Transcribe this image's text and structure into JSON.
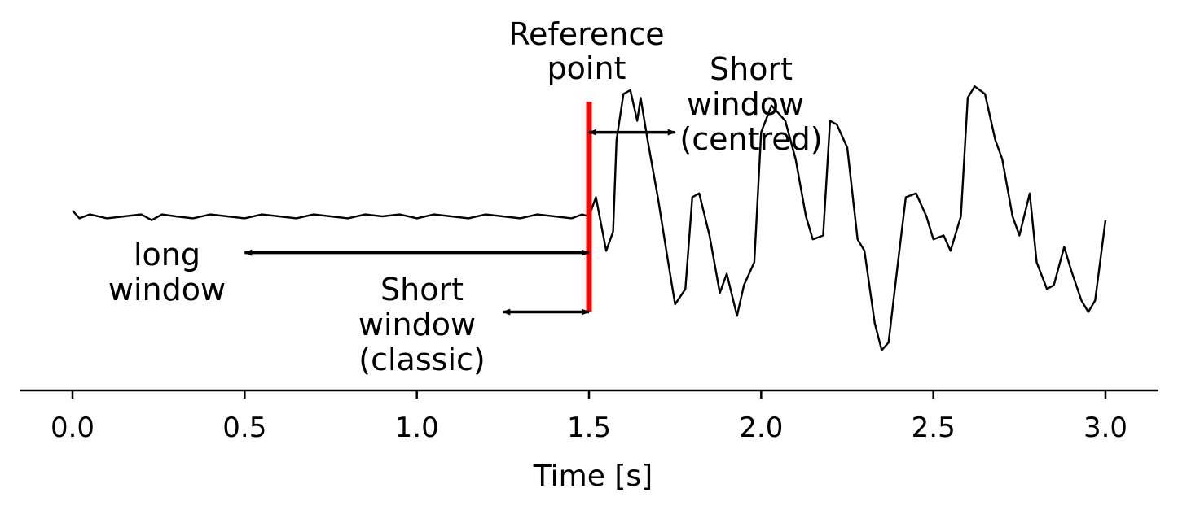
{
  "chart_data": {
    "type": "line",
    "title": "",
    "xlabel": "Time [s]",
    "ylabel": "",
    "xlim": [
      -0.15,
      3.15
    ],
    "ylim": [
      -4.0,
      3.7
    ],
    "grid": false,
    "x_ticks": [
      0.0,
      0.5,
      1.0,
      1.5,
      2.0,
      2.5,
      3.0
    ],
    "x_tick_labels": [
      "0.0",
      "0.5",
      "1.0",
      "1.5",
      "2.0",
      "2.5",
      "3.0"
    ],
    "series": [
      {
        "name": "",
        "color": "#000000",
        "x": [
          0.0,
          0.02,
          0.05,
          0.1,
          0.15,
          0.2,
          0.23,
          0.26,
          0.3,
          0.35,
          0.4,
          0.45,
          0.5,
          0.55,
          0.6,
          0.65,
          0.7,
          0.75,
          0.8,
          0.85,
          0.9,
          0.95,
          1.0,
          1.05,
          1.1,
          1.15,
          1.2,
          1.25,
          1.3,
          1.35,
          1.4,
          1.45,
          1.48,
          1.5,
          1.52,
          1.55,
          1.57,
          1.58,
          1.6,
          1.62,
          1.64,
          1.65,
          1.67,
          1.7,
          1.73,
          1.75,
          1.78,
          1.8,
          1.82,
          1.85,
          1.88,
          1.9,
          1.93,
          1.95,
          1.98,
          2.0,
          2.03,
          2.05,
          2.07,
          2.1,
          2.13,
          2.15,
          2.18,
          2.2,
          2.22,
          2.25,
          2.28,
          2.3,
          2.33,
          2.35,
          2.37,
          2.4,
          2.42,
          2.45,
          2.48,
          2.5,
          2.53,
          2.55,
          2.58,
          2.6,
          2.62,
          2.65,
          2.68,
          2.7,
          2.73,
          2.75,
          2.78,
          2.8,
          2.83,
          2.85,
          2.88,
          2.9,
          2.93,
          2.95,
          2.97,
          3.0
        ],
        "y": [
          0.15,
          -0.05,
          0.05,
          -0.05,
          0.0,
          0.05,
          -0.1,
          0.05,
          0.0,
          -0.05,
          0.05,
          0.0,
          -0.05,
          0.05,
          0.0,
          -0.05,
          0.05,
          0.0,
          -0.05,
          0.05,
          0.0,
          0.05,
          -0.05,
          0.05,
          0.0,
          -0.05,
          0.05,
          0.0,
          -0.05,
          0.05,
          0.0,
          -0.05,
          0.05,
          0.0,
          0.5,
          -0.9,
          -0.4,
          2.0,
          3.2,
          3.3,
          2.5,
          3.1,
          2.0,
          0.5,
          -1.2,
          -2.3,
          -1.9,
          0.5,
          0.6,
          -0.5,
          -2.0,
          -1.5,
          -2.6,
          -1.8,
          -1.2,
          2.2,
          2.9,
          2.7,
          2.5,
          1.5,
          0.0,
          -0.6,
          -0.5,
          2.5,
          2.4,
          1.8,
          -0.6,
          -0.9,
          -2.8,
          -3.5,
          -3.3,
          -1.0,
          0.5,
          0.6,
          0.0,
          -0.6,
          -0.5,
          -0.9,
          0.0,
          3.1,
          3.4,
          3.2,
          2.0,
          1.5,
          0.0,
          -0.5,
          0.6,
          -1.2,
          -1.9,
          -1.8,
          -0.8,
          -1.4,
          -2.2,
          -2.5,
          -2.2,
          -0.1
        ]
      }
    ],
    "reference_line": {
      "x": 1.5,
      "y_top": 3.0,
      "y_bottom": -2.5,
      "color": "#ff0000"
    },
    "arrows": [
      {
        "x1": 1.5,
        "x2": 1.75,
        "y": 2.2
      },
      {
        "x1": 0.5,
        "x2": 1.5,
        "y": -0.95
      },
      {
        "x1": 1.25,
        "x2": 1.5,
        "y": -2.5
      }
    ],
    "annotations": {
      "reference": [
        "Reference",
        "point"
      ],
      "short_centred": [
        "Short",
        "window",
        "(centred)"
      ],
      "long": [
        "long",
        "window"
      ],
      "short_classic": [
        "Short",
        "window",
        "(classic)"
      ]
    }
  }
}
